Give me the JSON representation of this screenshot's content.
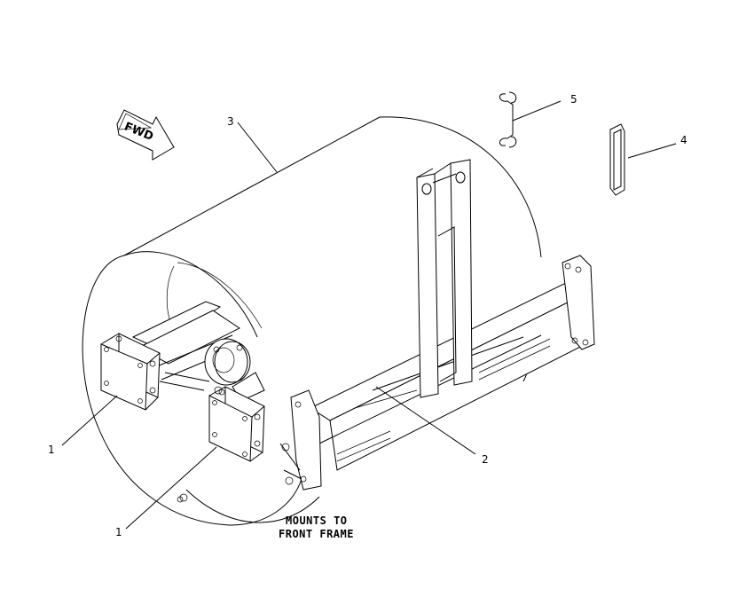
{
  "direction_indicator": {
    "label": "FWD"
  },
  "callouts": [
    {
      "id": "callout-3",
      "number": "3"
    },
    {
      "id": "callout-5",
      "number": "5"
    },
    {
      "id": "callout-4",
      "number": "4"
    },
    {
      "id": "callout-2",
      "number": "2"
    },
    {
      "id": "callout-1-upper",
      "number": "1"
    },
    {
      "id": "callout-1-lower",
      "number": "1"
    }
  ],
  "note": {
    "line1": "MOUNTS TO",
    "line2": "FRONT FRAME"
  }
}
